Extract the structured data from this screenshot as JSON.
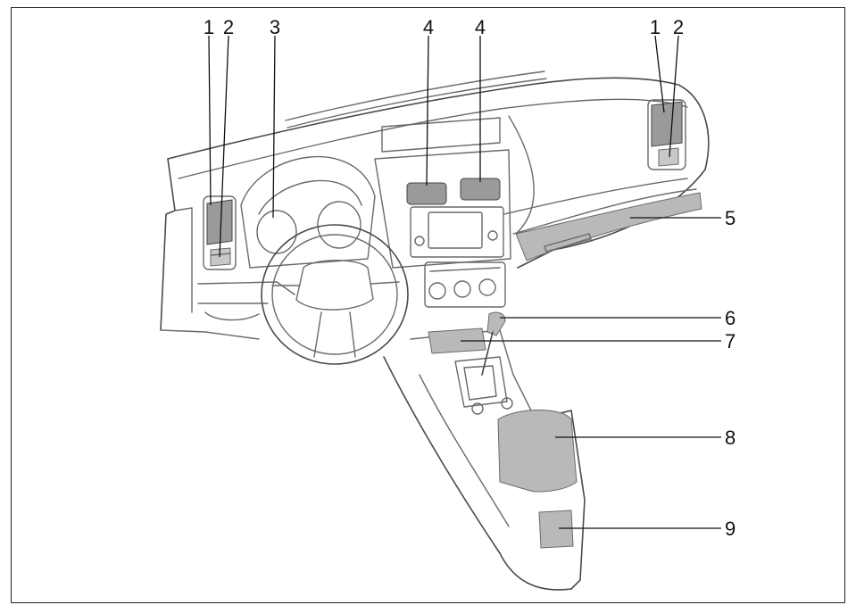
{
  "callouts": [
    {
      "id": "c1a",
      "label": "1"
    },
    {
      "id": "c2a",
      "label": "2"
    },
    {
      "id": "c3",
      "label": "3"
    },
    {
      "id": "c4a",
      "label": "4"
    },
    {
      "id": "c4b",
      "label": "4"
    },
    {
      "id": "c1b",
      "label": "1"
    },
    {
      "id": "c2b",
      "label": "2"
    },
    {
      "id": "c5",
      "label": "5"
    },
    {
      "id": "c6",
      "label": "6"
    },
    {
      "id": "c7",
      "label": "7"
    },
    {
      "id": "c8",
      "label": "8"
    },
    {
      "id": "c9",
      "label": "9"
    }
  ],
  "colors": {
    "line": "#6a6a6a",
    "highlight": "#b9b9b9",
    "text": "#111111"
  }
}
